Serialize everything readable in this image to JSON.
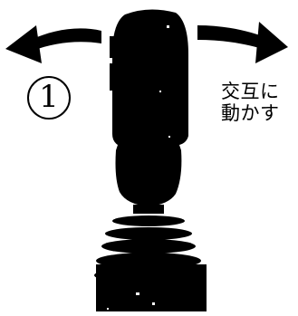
{
  "step": {
    "number": "1"
  },
  "instruction": {
    "line1": "交互に",
    "line2": "動かす"
  },
  "icons": {
    "left_arrow": "curved-arrow-left-icon",
    "right_arrow": "curved-arrow-right-icon",
    "device": "joystick-icon"
  },
  "colors": {
    "ink": "#000000",
    "paper": "#ffffff"
  }
}
